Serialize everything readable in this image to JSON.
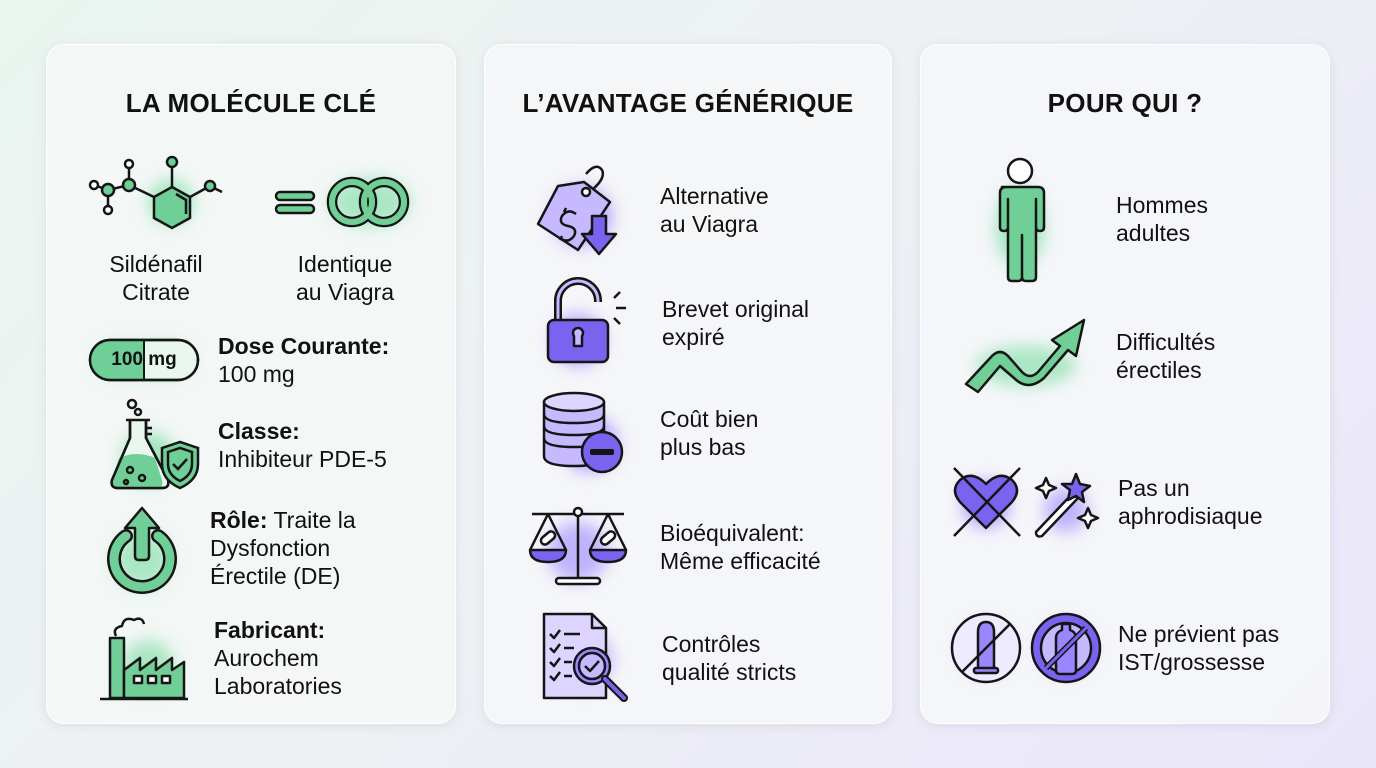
{
  "colors": {
    "green": "#6fcf97",
    "green_glow": "#8be0ad",
    "purple": "#7b63f0",
    "purple_glow": "#9a86ff",
    "outline": "#151515"
  },
  "panel_molecule": {
    "title": "LA MOLÉCULE CLÉ",
    "top_items": [
      {
        "icon": "molecule-icon",
        "line1": "Sildénafil",
        "line2": "Citrate"
      },
      {
        "icon": "equals-rings-icon",
        "line1": "Identique",
        "line2": "au Viagra"
      }
    ],
    "pill_label": "100 mg",
    "items": [
      {
        "icon": "pill-icon",
        "label": "Dose Courante:",
        "line2": "100 mg"
      },
      {
        "icon": "flask-shield-icon",
        "label": "Classe:",
        "line2": "Inhibiteur PDE-5"
      },
      {
        "icon": "power-arrow-icon",
        "label": "Rôle:",
        "label_rest": " Traite la",
        "line2": "Dysfonction",
        "line3": "Érectile (DE)"
      },
      {
        "icon": "factory-icon",
        "label": "Fabricant:",
        "line2": "Aurochem",
        "line3": "Laboratories"
      }
    ]
  },
  "panel_generic": {
    "title": "L’AVANTAGE GÉNÉRIQUE",
    "items": [
      {
        "icon": "price-tag-down-icon",
        "line1": "Alternative",
        "line2": "au Viagra"
      },
      {
        "icon": "open-padlock-icon",
        "line1": "Brevet original",
        "line2": "expiré"
      },
      {
        "icon": "coins-minus-icon",
        "line1": "Coût bien",
        "line2": "plus bas"
      },
      {
        "icon": "scale-pills-icon",
        "line1": "Bioéquivalent:",
        "line2": "Même efficacité"
      },
      {
        "icon": "document-magnifier-icon",
        "line1": "Contrôles",
        "line2": "qualité stricts"
      }
    ]
  },
  "panel_who": {
    "title": "POUR QUI ?",
    "items": [
      {
        "icon": "man-icon",
        "line1": "Hommes",
        "line2": "adultes"
      },
      {
        "icon": "wavy-arrow-up-icon",
        "line1": "Difficultés",
        "line2": "érectiles"
      },
      {
        "icon": "crossed-heart-magic-wand-icon",
        "line1": "Pas un",
        "line2": "aphrodisiaque"
      },
      {
        "icon": "no-condom-no-baby-bottle-icon",
        "line1": "Ne prévient pas",
        "line2": "IST/grossesse"
      }
    ]
  }
}
